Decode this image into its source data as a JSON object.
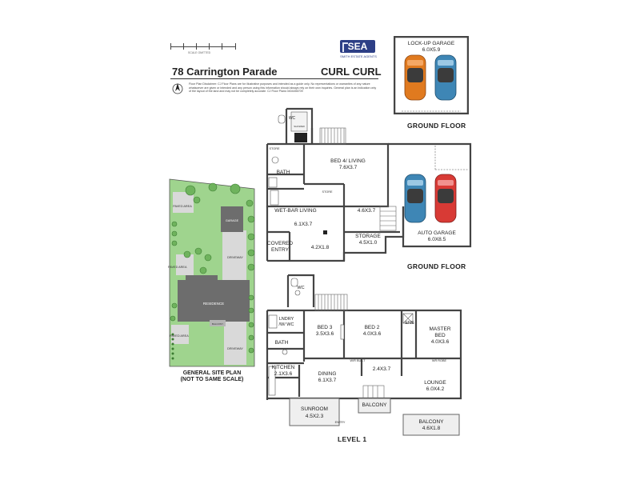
{
  "scale_label": "SCALE OMITTED",
  "logo": {
    "text": "SEA",
    "subtext": "SMITH ESTATE AGENTS"
  },
  "title": {
    "address": "78 Carrington Parade",
    "suburb": "CURL CURL"
  },
  "disclaimer": "Floor Plan Disclaimer: CJ Floor Plans are for illustrative purposes and intended as a guide only. No representations or warranties of any nature whatsoever are given or intended and any person using this information should always rely on their own inquiries. General plan is an indication only of the layout of the land and may not be completely accurate. CJ Floor Plans 0404456709",
  "site_plan": {
    "labels": {
      "paved_area_1": "PAVED AREA",
      "paved_area_2": "PAVED AREA",
      "paved_area_3": "PAVED AREA",
      "garage": "GARAGE",
      "driveway_1": "DRIVEWAY",
      "driveway_2": "DRIVEWAY",
      "residence": "RESIDENCE",
      "balcony": "BALCONY"
    },
    "caption": "GENERAL SITE PLAN\n(NOT TO SAME SCALE)"
  },
  "lockup_garage": {
    "name": "LOCK-UP GARAGE",
    "dims": "6.0X5.9",
    "floor": "GROUND FLOOR"
  },
  "ground_floor": {
    "heading": "GROUND FLOOR",
    "rooms": {
      "wc": "WC",
      "shower": "SHOWER",
      "store": "STORE",
      "bath": "BATH",
      "bed4_name": "BED 4/ LIVING",
      "bed4_dims": "7.6X3.7",
      "store2": "STORE",
      "wetbar": "WET-BAR",
      "living": "LIVING",
      "living_dims": "6.1X3.7",
      "room_dims": "4.6X3.7",
      "covered_entry": "COVERED\nENTRY",
      "entry_dims": "4.2X1.8",
      "storage": "STORAGE",
      "storage_dims": "4.5X1.0",
      "auto_garage": "AUTO GARAGE",
      "auto_garage_dims": "6.0X8.5"
    }
  },
  "level1": {
    "heading": "LEVEL 1",
    "rooms": {
      "wc": "WC",
      "ldry": "LNDRY\n/W/ WC",
      "bath": "BATH",
      "bed3": "BED 3",
      "bed3_dims": "3.5X3.6",
      "bed2": "BED 2",
      "bed2_dims": "4.0X3.6",
      "ens": "ENS",
      "master": "MASTER\nBED",
      "master_dims": "4.0X3.6",
      "kitchen": "KITCHEN",
      "kitchen_dims": "2.1X3.6",
      "dining": "DINING",
      "dining_dims": "6.1X3.7",
      "study_dims": "2.4X3.7",
      "lounge": "LOUNGE",
      "lounge_dims": "6.0X4.2",
      "sunroom": "SUNROOM",
      "sunroom_dims": "4.5X2.3",
      "balcony1": "BALCONY",
      "balcony2": "BALCONY",
      "balcony2_dims": "4.6X1.8",
      "wir1": "W/R BUILT",
      "wir2": "WR ROBE",
      "entry": "ENTRY"
    }
  },
  "colors": {
    "wall": "#444444",
    "car_orange": "#e07a1f",
    "car_blue": "#3e86b5",
    "car_red": "#d83a35",
    "grass": "#8fcf7f",
    "roof": "#6d6d6d"
  }
}
